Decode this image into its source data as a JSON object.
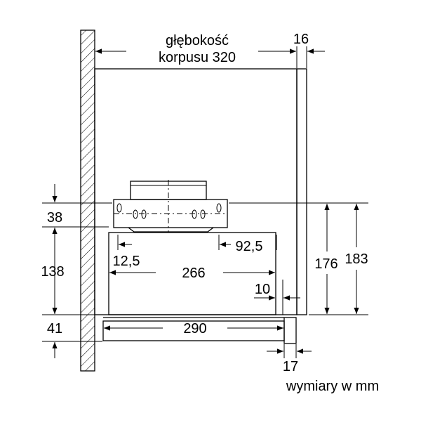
{
  "labels": {
    "depth_line1": "głębokość",
    "depth_line2": "korpusu 320",
    "d16": "16",
    "d38": "38",
    "d138": "138",
    "d12_5": "12,5",
    "d92_5": "92,5",
    "d266": "266",
    "d176": "176",
    "d183": "183",
    "d10": "10",
    "d41": "41",
    "d290": "290",
    "d17": "17",
    "units": "wymiary w mm"
  }
}
